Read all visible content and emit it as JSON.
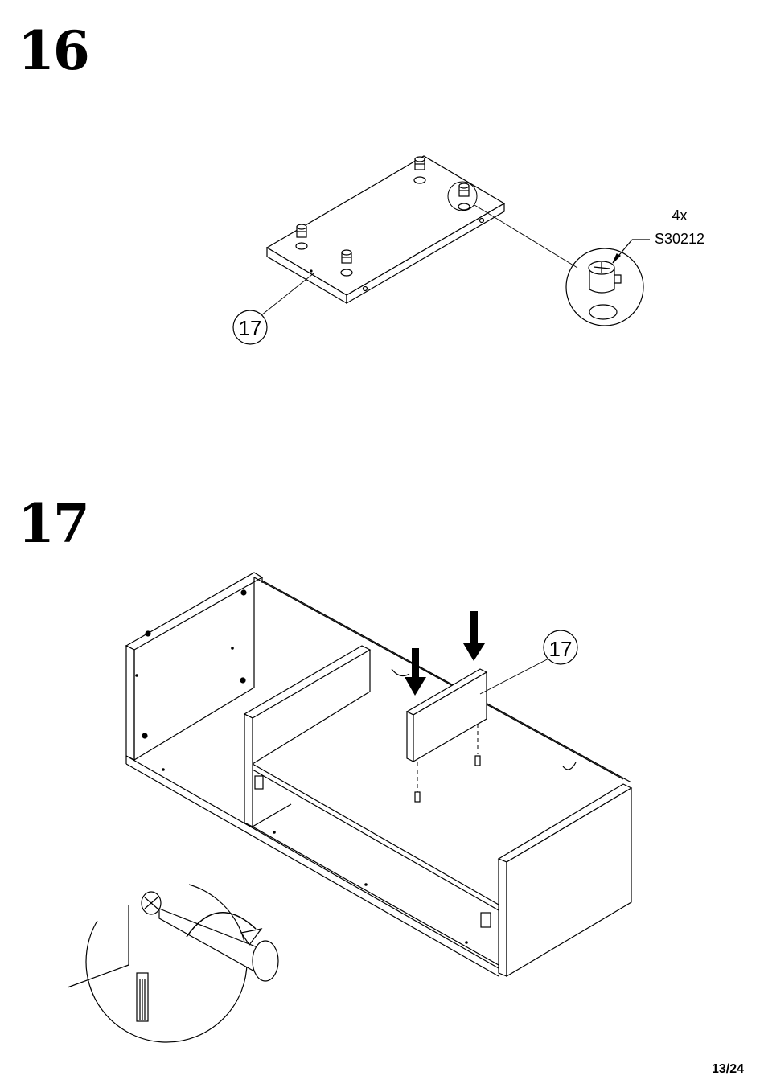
{
  "steps": [
    {
      "number": "16",
      "part_label": "17",
      "hardware": {
        "quantity": "4x",
        "code": "S30212"
      }
    },
    {
      "number": "17",
      "part_label": "17"
    }
  ],
  "page": "13/24"
}
